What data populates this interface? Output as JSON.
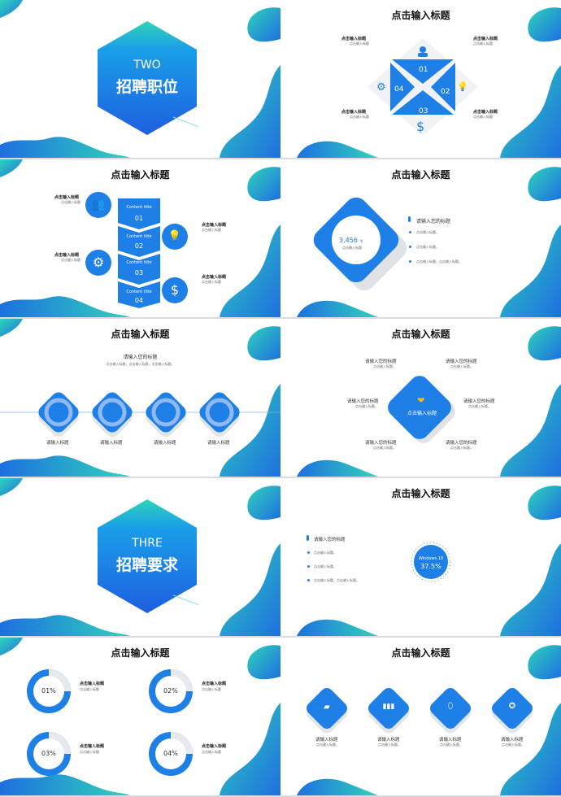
{
  "colors": {
    "primary": "#1e6fe0",
    "accent": "#2fd4b9",
    "light": "#7fb4f3"
  },
  "s1": {
    "top": "TWO",
    "main": "招聘职位"
  },
  "s2": {
    "title": "点击输入标题",
    "n": [
      "01",
      "02",
      "03",
      "04"
    ],
    "lbl": "点击输入标题",
    "sub": "点击输入标题",
    "icons": [
      "person-icon",
      "lightbulb-icon",
      "dollar-icon",
      "gear-icon"
    ]
  },
  "s3": {
    "title": "点击输入标题",
    "ct": "Content title",
    "n": [
      "01",
      "02",
      "03",
      "04"
    ],
    "lbl": "点击输入标题",
    "sub": "点击输入标题"
  },
  "s4": {
    "title": "点击输入标题",
    "value": "3,456",
    "arrow": "∨",
    "sub": "点击输入标题",
    "head": "请输入您的标题",
    "items": [
      "点击输入标题。",
      "点击输入标题。",
      "点击输入标题，点击输入标题。"
    ]
  },
  "s5": {
    "title": "点击输入标题",
    "head": "请输入您的标题",
    "desc": "点击输入标题，点击输入标题，点击输入标题。",
    "items": [
      "请输入标题",
      "请输入标题",
      "请输入标题",
      "请输入标题"
    ]
  },
  "s6": {
    "title": "点击输入标题",
    "center": "点击输入标题",
    "lbl": "请输入您的标题",
    "sub": "点击输入标题。"
  },
  "s7": {
    "top": "THRE",
    "main": "招聘要求"
  },
  "s8": {
    "title": "点击输入标题",
    "head": "请输入您的标题",
    "items": [
      "点击输入标题。",
      "点击输入标题。",
      "点击输入标题，点击输入标题。"
    ],
    "win": "Windows 10",
    "pct": "37.5%",
    "pct_value": 37.5
  },
  "s9": {
    "title": "点击输入标题",
    "n": [
      "01%",
      "02%",
      "03%",
      "04%"
    ],
    "lbl": "点击输入标题",
    "sub": "点击输入标题"
  },
  "s10": {
    "title": "点击输入标题",
    "lbl": "请输入标题",
    "sub": "点击输入标题。",
    "icons": [
      "folder-icon",
      "books-icon",
      "mouse-icon",
      "award-icon"
    ]
  }
}
